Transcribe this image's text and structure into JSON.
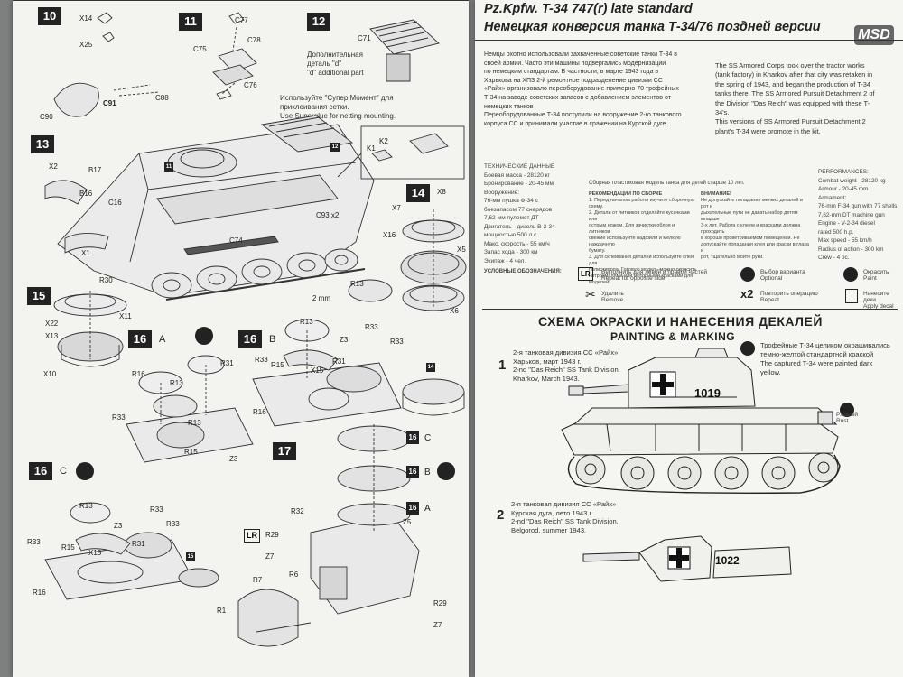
{
  "left": {
    "steps": {
      "s10": "10",
      "s11": "11",
      "s12": "12",
      "s13": "13",
      "s14": "14",
      "s15": "15",
      "s16a": "16",
      "s16a_letter": "A",
      "s16b": "16",
      "s16b_letter": "B",
      "s16c": "16",
      "s16c_letter": "C",
      "s17": "17"
    },
    "step12_note": {
      "ru1": "Дополнительная",
      "ru2": "деталь \"d\"",
      "en": "\"d\" additional part"
    },
    "superglue": {
      "ru1": "Используйте \"Супер Момент\" для",
      "ru2": "приклеивания  сетки.",
      "en": "Use Superglue for netting mounting."
    },
    "parts": {
      "x14": "X14",
      "x25": "X25",
      "c77": "C77",
      "c78": "C78",
      "c75": "C75",
      "c76": "C76",
      "c71": "C71",
      "c90": "C90",
      "c91": "C91",
      "c88": "C88",
      "x2": "X2",
      "b17": "B17",
      "b16": "B16",
      "c16": "C16",
      "c93": "C93 x2",
      "c74": "C74",
      "x1": "X1",
      "k1": "K1",
      "k2": "K2",
      "x7": "X7",
      "x8": "X8",
      "x16": "X16",
      "x5": "X5",
      "x6": "X6",
      "r30": "R30",
      "r13a": "R13",
      "mm": "2 mm",
      "x11": "X11",
      "x22": "X22",
      "x13": "X13",
      "x10": "X10",
      "r16a": "R16",
      "r13b": "R13",
      "r31a": "R31",
      "r33a": "R33",
      "r15a": "R15",
      "r13c": "R13",
      "z3a": "Z3",
      "r13d": "R13",
      "r33b": "R33",
      "z3b": "Z3",
      "r33c": "R33",
      "r31b": "R31",
      "r15b": "R15",
      "x15a": "X15",
      "r33d": "R33",
      "r16b": "R16",
      "r13e": "R13",
      "r33e": "R33",
      "z3c": "Z3",
      "r31c": "R31",
      "r15c": "R15",
      "x15b": "X15",
      "r33f": "R33",
      "r16c": "R16",
      "r32": "R32",
      "z5": "Z5",
      "r29a": "R29",
      "z7a": "Z7",
      "r6": "R6",
      "r7": "R7",
      "r1": "R1",
      "r29b": "R29",
      "z7b": "Z7",
      "lbl16c": "16",
      "lbl16c_l": "C",
      "lbl16b": "16",
      "lbl16b_l": "B",
      "lbl16a": "16",
      "lbl16a_l": "A",
      "lbl14": "14",
      "lbl12": "12",
      "lbl11": "11",
      "lbl15": "15"
    },
    "lr": "LR"
  },
  "right": {
    "title_en": "Pz.Kpfw. T-34 747(r) late standard",
    "title_ru": "Немецкая конверсия танка Т-34/76 поздней версии",
    "logo": "MSD",
    "history_ru": [
      "Немцы охотно использовали захваченные советские танки Т-34 в",
      "своей армии. Часто эти машины подвергались модернизации",
      "по немецким стандартам. В частности, в марте 1943 года в",
      "Харькова на ХПЗ 2-й ремонтное подразделение дивизии СС",
      "«Райх» организовало переоборудование примерно 70 трофейных",
      "Т-34 на заводе советских запасов с добавлением элементов от",
      "немецких танков",
      "Переоборудованные Т-34 поступили на вооружение 2-го танкового",
      "корпуса СС и принимали участие в сражении на Курской дуге."
    ],
    "history_en": [
      "The SS Armored Corps took over the tractor works",
      "(tank factory) in Kharkov after that city was retaken in",
      "the spring of 1943, and began the production of T-34",
      "tanks there. The SS Armored Pursuit Detachment 2 of",
      "the Division \"Das Reich\" was equipped with these T-",
      "34's.",
      "This versions of SS Armored Pursuit Detachment 2",
      "plant's T-34 were promote in the kit."
    ],
    "tech_ru": [
      "ТЕХНИЧЕСКИЕ ДАННЫЕ",
      "Боевая масса - 28120 кг",
      "Бронирование - 20-45 мм",
      "Вооружение:",
      "76-мм пушка Ф-34 с",
      "боезапасом 77 снарядов",
      "7,62-мм пулемет ДТ",
      "Двигатель - дизель В-2-34",
      "мощностью 500 л.с.",
      "Макс. скорость - 55 км/ч",
      "Запас хода - 300 км",
      "Экипаж - 4 чел."
    ],
    "assembly_age": "Сборная пластиковая модель танка для детей старше 10 лет.",
    "rec_title": "РЕКОМЕНДАЦИИ ПО СБОРКЕ",
    "rec_lines": [
      "1. Перед началом работы изучите сборочную",
      "схему.",
      "2. Детали от литников отделяйте кусачками или",
      "острым ножом. Для зачистки облоя и литников",
      "свежие используйте надфили и мелкую наждачную",
      "бумагу.",
      "3. Для склеивания деталей используйте клей для",
      "полистирола. Готовую модель можно окрасить",
      "нитроэмалями или моторными красками для",
      "моделей."
    ],
    "warn_title": "ВНИМАНИЕ!",
    "warn_lines": [
      "Не допускайте попадания мелких деталей в рот и",
      "дыхательные пути не давать набор детям младше",
      "3-х лет. Работа с клеем и красками должна проходить",
      "в хорошо проветриваемом помещении. Не",
      "допускайте попадания клея или краски в глаза и",
      "рот, тщательно мойте руки."
    ],
    "perf_title": "PERFORMANCES:",
    "perf_lines": [
      "Combat weight - 28120 kg",
      "Armour - 20-45 mm",
      "Armament:",
      "76-mm F-34 gun with 77 shells",
      "7,62-mm DT machine gun",
      "Engine - V-2-34 diesel",
      "rated 500 h.p.",
      "Max speed - 55 km/h",
      "Radius of action - 300 km",
      "Crew - 4 pс."
    ],
    "symbols_title": "УСЛОВНЫЕ ОБОЗНАЧЕНИЯ:",
    "sym_lr_ru": "Выполнить для левой и правой частей",
    "sym_lr_en": "Repeat for opposite side",
    "sym_opt_ru": "Выбор варианта",
    "sym_opt_en": "Optional",
    "sym_paint_ru": "Окрасить",
    "sym_paint_en": "Paint",
    "sym_remove_ru": "Удалить",
    "sym_remove_en": "Remove",
    "sym_repeat_ru": "Повторить операцию",
    "sym_repeat_en": "Repeat",
    "sym_x2": "x2",
    "sym_decal_ru": "Нанесите деки",
    "sym_decal_en": "Apply decal",
    "paint_title_ru": "СХЕМА ОКРАСКИ И НАНЕСЕНИЯ ДЕКАЛЕЙ",
    "paint_title_en": "PAINTING & MARKING",
    "scheme1_num": "1",
    "scheme1_ru1": "2-я танковая дивизия СС «Райх»",
    "scheme1_ru2": "Харьков, март 1943 г.",
    "scheme1_en1": "2-nd \"Das Reich\" SS Tank Division,",
    "scheme1_en2": "Kharkov, March 1943.",
    "scheme2_num": "2",
    "scheme2_ru1": "2-я танковая дивизия СС «Райх»",
    "scheme2_ru2": "Курская дуга, лето 1943 г.",
    "scheme2_en1": "2-nd \"Das Reich\" SS Tank Division,",
    "scheme2_en2": "Belgorod, summer 1943.",
    "color_note_ru1": "Трофейные Т-34 целиком окрашивались",
    "color_note_ru2": "темно-желтой стандартной краской",
    "color_note_en1": "The captured T-34 were painted dark",
    "color_note_en2": "yellow.",
    "rust_ru": "Ржавый",
    "rust_en": "Rust",
    "tank1_number": "1019",
    "tank2_number": "1022"
  }
}
